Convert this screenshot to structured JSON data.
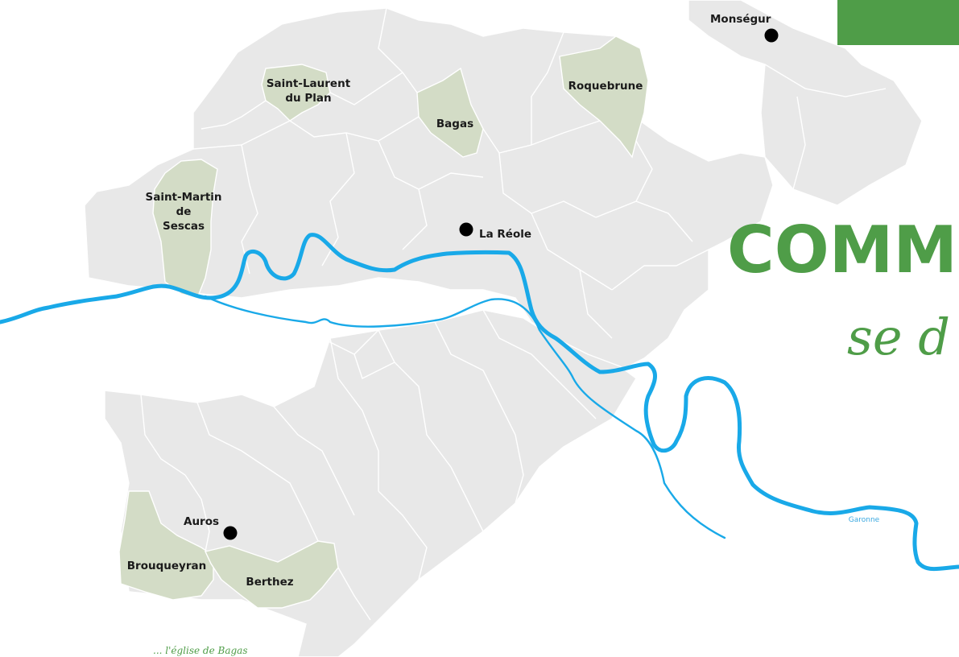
{
  "colors": {
    "background": "#ffffff",
    "territory": "#e8e8e8",
    "commune_border": "#ffffff",
    "highlight_commune": "#d3dcc6",
    "river": "#19a9e8",
    "town_marker": "#000000",
    "accent_green": "#4f9d48",
    "label_text": "#1a1a1a"
  },
  "map": {
    "heading": "COMM",
    "subheading": "se d",
    "caption": "... l'église de Bagas",
    "river_label": "Garonne",
    "towns": {
      "monsegur": "Monségur",
      "la_reole": "La Réole",
      "auros": "Auros"
    },
    "communes": {
      "saint_laurent_line1": "Saint-Laurent",
      "saint_laurent_line2": "du Plan",
      "bagas": "Bagas",
      "roquebrune": "Roquebrune",
      "saint_martin_line1": "Saint-Martin",
      "saint_martin_line2": "de",
      "saint_martin_line3": "Sescas",
      "brouqueyran": "Brouqueyran",
      "berthez": "Berthez"
    }
  }
}
